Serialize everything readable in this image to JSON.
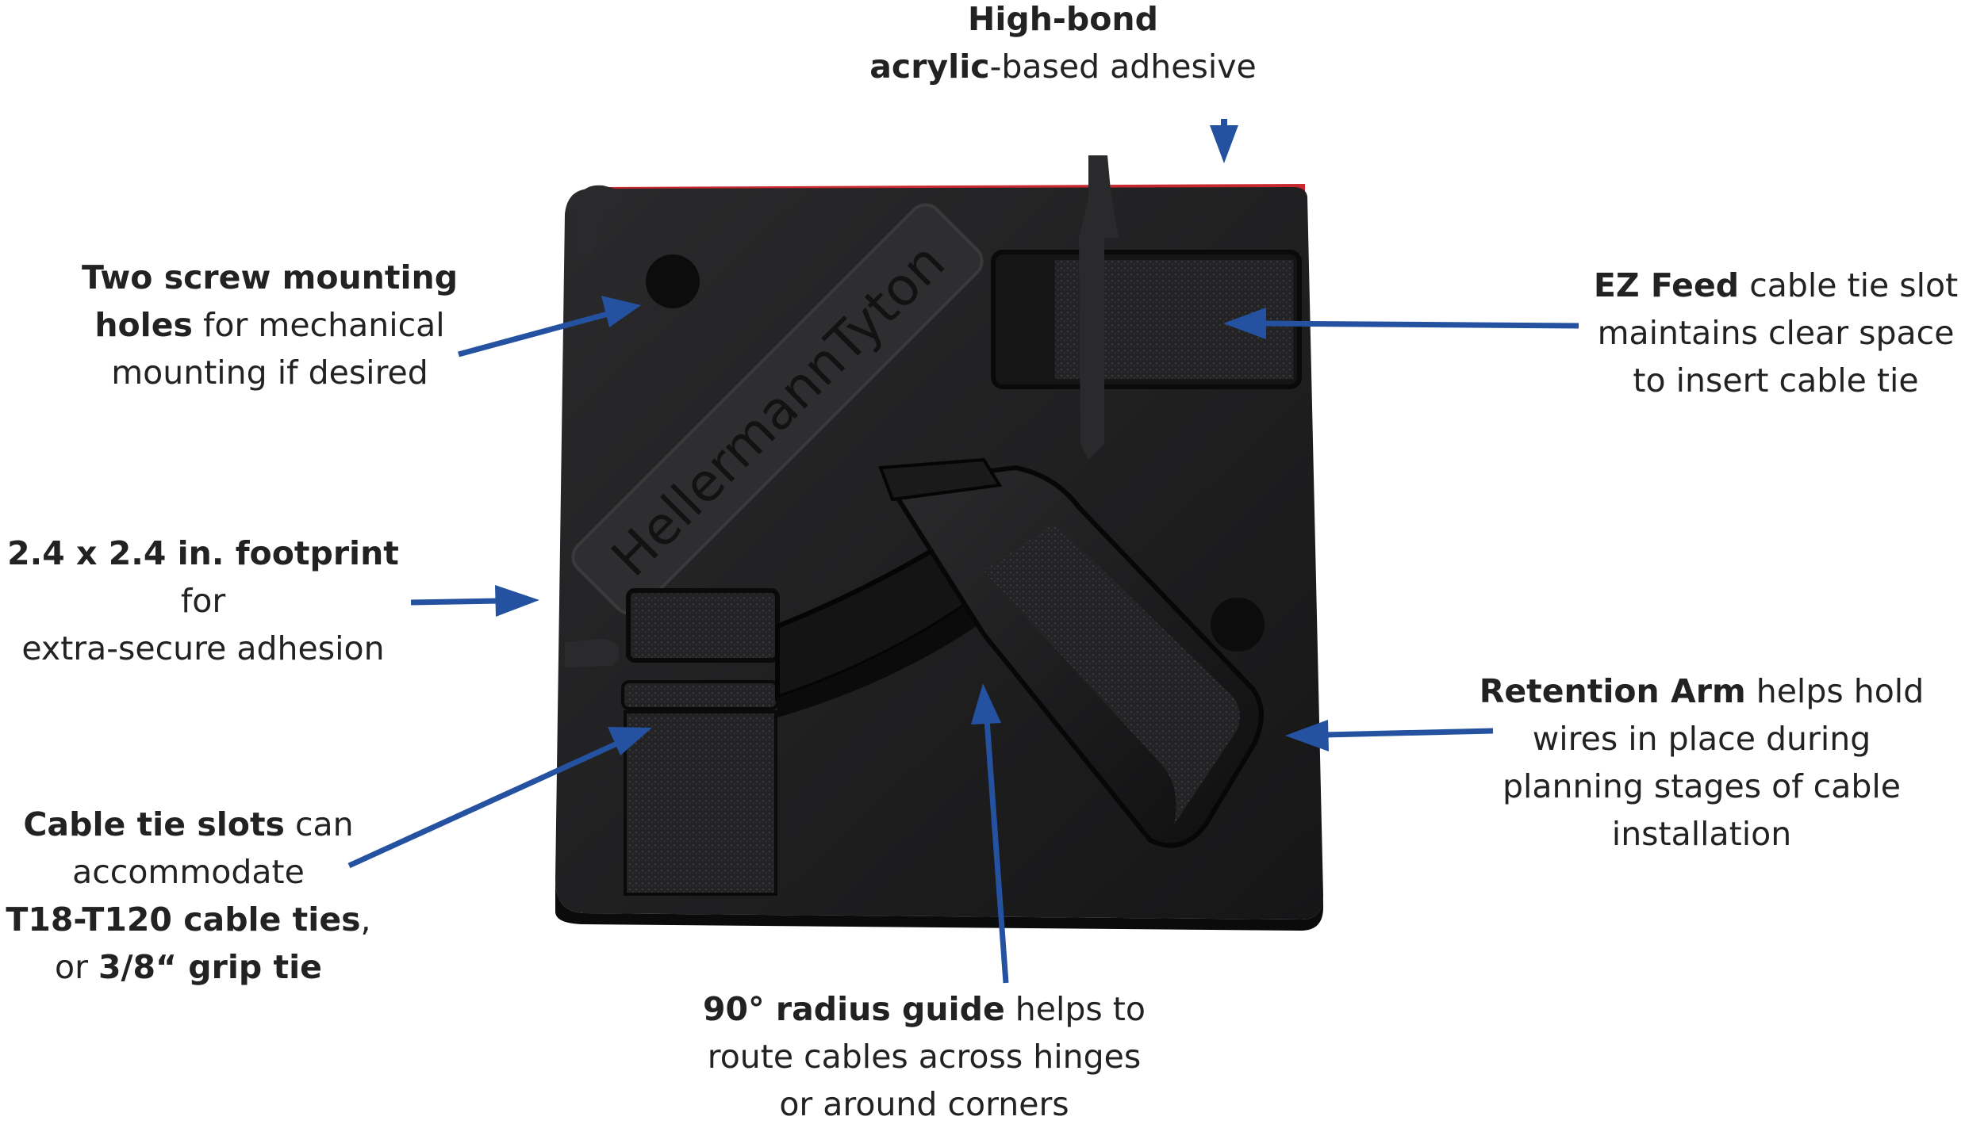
{
  "brand": {
    "embossed_text": "HellermannTyton"
  },
  "callouts": {
    "adhesive": {
      "bold": "High-bond",
      "line2_bold": "acrylic",
      "line2_rest": "-based adhesive"
    },
    "screw_holes": {
      "bold1": "Two screw mounting",
      "bold2": "holes",
      "rest2": " for mechanical",
      "line3": "mounting if desired"
    },
    "footprint": {
      "bold": "2.4 x 2.4 in. footprint",
      "rest": " for",
      "line2": "extra-secure adhesion"
    },
    "cable_tie_slots": {
      "bold": "Cable tie slots",
      "rest": " can",
      "line2": "accommodate",
      "line3_bold": "T18-T120 cable ties",
      "line3_rest": ",",
      "line4_pre": "or ",
      "line4_bold": "3/8“ grip tie"
    },
    "ez_feed": {
      "bold": "EZ Feed",
      "rest": " cable tie slot",
      "line2": "maintains clear space",
      "line3": "to insert cable tie"
    },
    "retention_arm": {
      "bold": "Retention Arm",
      "rest": " helps hold",
      "line2": "wires in place during",
      "line3": "planning stages of cable",
      "line4": "installation"
    },
    "radius_guide": {
      "bold": "90° radius guide",
      "rest": " helps to",
      "line2": "route cables across hinges",
      "line3": "or around corners"
    }
  },
  "colors": {
    "arrow": "#2452a0",
    "product": "#1c1c1e",
    "adhesive_strip": "#c8282d",
    "text": "#222222"
  }
}
